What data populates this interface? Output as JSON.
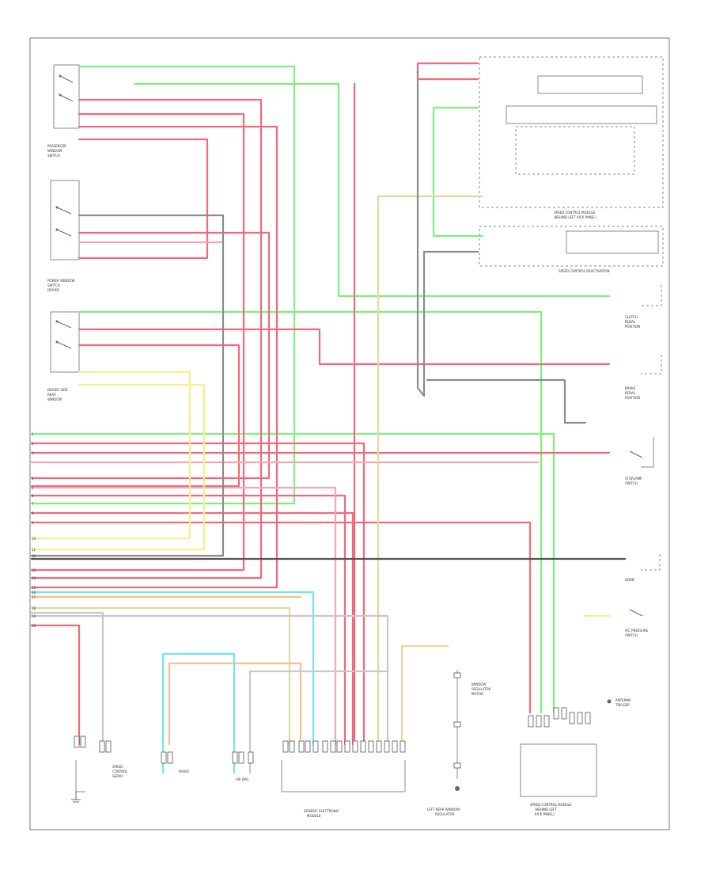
{
  "diagram": {
    "footer_code": "",
    "modules": {
      "cruise_control_module": {
        "title": "SPEED CONTROL MODULE",
        "subtitle": "(BEHIND LEFT KICK PANEL)"
      },
      "gem": {
        "title": "GENERIC ELECTRONIC MODULE"
      },
      "left_rear_window_regulator": {
        "title": "LEFT REAR WINDOW REGULATOR"
      },
      "speed_control_deactivation": {
        "title": "SPEED CONTROL DEACTIVATION"
      },
      "speed_control_amplifier": {
        "title": "SPEED CONTROL AMPLIFIER"
      }
    },
    "switches": [
      {
        "name": "PASSENGER WINDOW SWITCH"
      },
      {
        "name": "DRIVER DOOR WINDOW SWITCH"
      },
      {
        "name": "DRIVER REAR WINDOW SWITCH"
      }
    ],
    "wire_colors": {
      "green": "#7ef07e",
      "red": "#f06a7a",
      "pink": "#f4a6b4",
      "yellow": "#f4f08c",
      "tan": "#e8d6a0",
      "orange": "#f6c08a",
      "cyan": "#6ee6f0",
      "gray": "#8c8c8c",
      "darkgray": "#555555",
      "lightgray": "#c8c8c8"
    }
  }
}
